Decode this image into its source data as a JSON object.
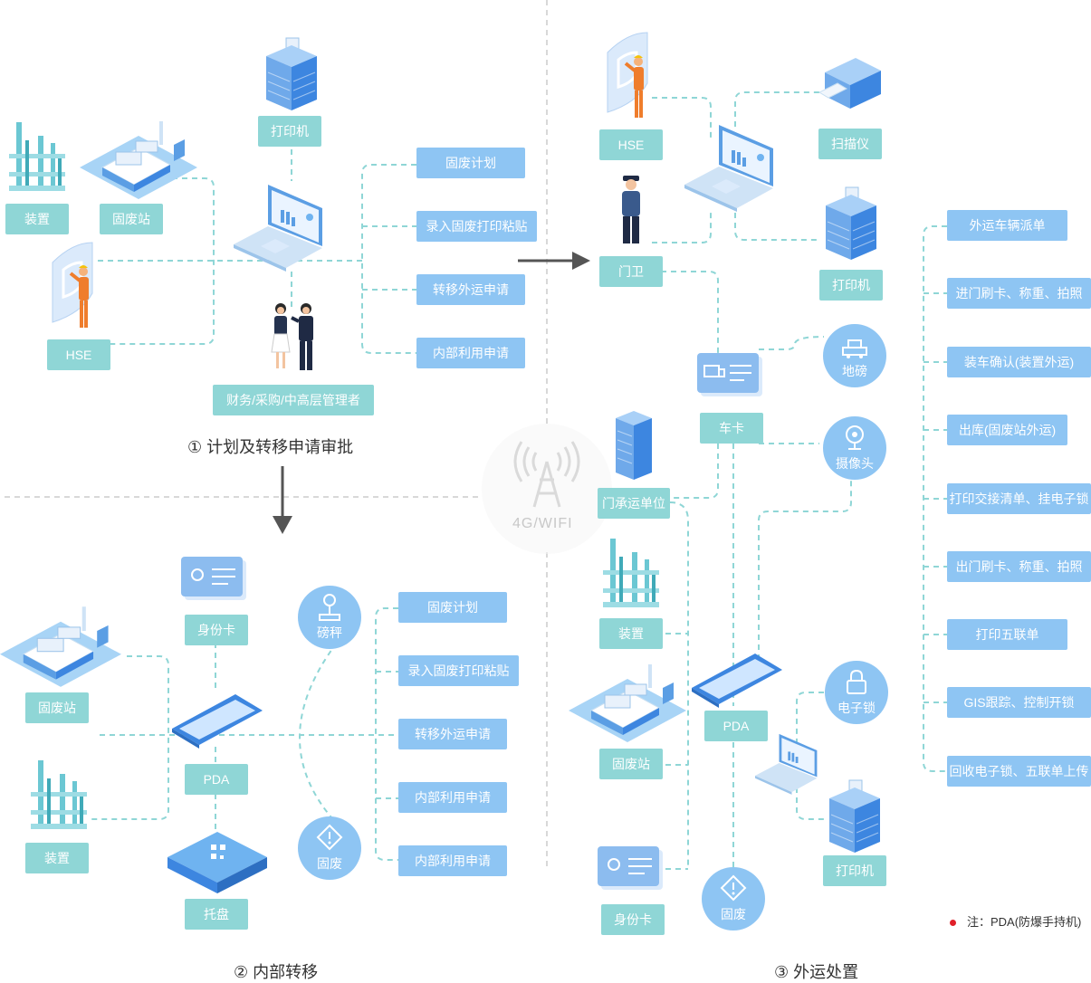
{
  "sections": {
    "s1": "① 计划及转移申请审批",
    "s2": "② 内部转移",
    "s3": "③ 外运处置"
  },
  "network": "4G/WIFI",
  "note": "注：PDA(防爆手持机)",
  "colors": {
    "teal": "#8fd6d6",
    "blue": "#8ec5f3",
    "line": "#8fd6d6",
    "divider": "#cccccc",
    "note_dot": "#e0202a"
  },
  "s1": {
    "printer": "打印机",
    "device": "装置",
    "station": "固废站",
    "hse": "HSE",
    "managers": "财务/采购/中高层管理者",
    "steps": [
      "固废计划",
      "录入固废打印粘贴",
      "转移外运申请",
      "内部利用申请"
    ]
  },
  "s2": {
    "id_card": "身份卡",
    "station": "固废站",
    "pda": "PDA",
    "device": "装置",
    "tray": "托盘",
    "scale": "磅秤",
    "waste": "固废",
    "steps": [
      "固废计划",
      "录入固废打印粘贴",
      "转移外运申请",
      "内部利用申请",
      "内部利用申请"
    ]
  },
  "s3": {
    "hse": "HSE",
    "scanner": "扫描仪",
    "guard": "门卫",
    "printer_top": "打印机",
    "weighbridge": "地磅",
    "truck_card": "车卡",
    "camera": "摄像头",
    "carrier": "门承运单位",
    "device": "装置",
    "station": "固废站",
    "pda": "PDA",
    "elock": "电子锁",
    "printer_bottom": "打印机",
    "id_card": "身份卡",
    "waste": "固废",
    "steps": [
      "外运车辆派单",
      "进门刷卡、称重、拍照",
      "装车确认(装置外运)",
      "出库(固废站外运)",
      "打印交接清单、挂电子锁",
      "出门刷卡、称重、拍照",
      "打印五联单",
      "GIS跟踪、控制开锁",
      "回收电子锁、五联单上传"
    ]
  }
}
